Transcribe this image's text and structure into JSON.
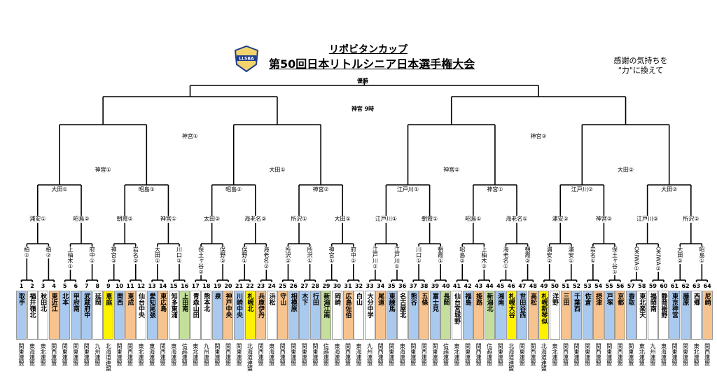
{
  "header": {
    "logo_text": "LLSBA",
    "subtitle": "リポビタンカップ",
    "title": "第50回日本リトルシニア日本選手権大会",
    "slogan_line1": "感謝の気持ちを",
    "slogan_line2": "\"力\"に換えて"
  },
  "final": {
    "label": "優勝",
    "venue": "神宮 9時"
  },
  "colors": {
    "blue": "#a9c9ef",
    "orange": "#f7c38f",
    "green": "#c3df9b",
    "yellow": "#fff200",
    "none": "#ffffff"
  },
  "round1": [
    "柏①",
    "柏②",
    "上柚木①",
    "府中①",
    "神宮②",
    "岩名②",
    "大田①",
    "川口②",
    "保土ヶ谷②",
    "俣野②",
    "俣野①",
    "海老名②",
    "所沢②",
    "所沢①",
    "神宮①",
    "府中②",
    "江戸川②",
    "江戸川①",
    "川口①",
    "朝霞①",
    "昭島②",
    "上柚木②",
    "海老名①",
    "朝霞②",
    "浦安②",
    "浦安①",
    "岩名①",
    "保土ヶ谷①",
    "OKIWA①",
    "OKIWA②",
    "大田②",
    "昭島①"
  ],
  "round2": [
    "浦安①",
    "昭島②",
    "朝霞②",
    "神宮①",
    "太田②",
    "海老名②",
    "所沢①",
    "大田①",
    "江戸川①",
    "朝霞①",
    "昭島①",
    "海老名①",
    "浦安②",
    "神宮②",
    "江戸川②",
    "所沢②"
  ],
  "round3": [
    "大田①",
    "昭島①",
    "昭島②",
    "神宮②",
    "江戸川①",
    "神宮①",
    "江戸川②",
    "大田②"
  ],
  "round4": [
    "神宮①",
    "大田①",
    "神宮②",
    "大田②"
  ],
  "round5": [
    "神宮①",
    "神宮②"
  ],
  "teams": [
    {
      "n": "1",
      "name": "取手",
      "c": "blue",
      "l": "関東連盟"
    },
    {
      "n": "2",
      "name": "福井嶺北",
      "c": "none",
      "l": "東海連盟"
    },
    {
      "n": "3",
      "name": "秋田北",
      "c": "none",
      "l": "東北連盟"
    },
    {
      "n": "4",
      "name": "東近江",
      "c": "orange",
      "l": "関西連盟"
    },
    {
      "n": "5",
      "name": "北本",
      "c": "blue",
      "l": "関東連盟"
    },
    {
      "n": "6",
      "name": "甲府南",
      "c": "blue",
      "l": "関東連盟"
    },
    {
      "n": "7",
      "name": "武蔵府中",
      "c": "blue",
      "l": "関東連盟"
    },
    {
      "n": "8",
      "name": "延岡",
      "c": "none",
      "l": "九州連盟"
    },
    {
      "n": "9",
      "name": "恵庭",
      "c": "yellow",
      "l": "北海道連盟"
    },
    {
      "n": "10",
      "name": "関西",
      "c": "blue",
      "l": "関東連盟"
    },
    {
      "n": "11",
      "name": "東成",
      "c": "orange",
      "l": "関西連盟"
    },
    {
      "n": "12",
      "name": "仙台中央",
      "c": "none",
      "l": "東北連盟"
    },
    {
      "n": "13",
      "name": "愛知尾張",
      "c": "blue",
      "l": "東海連盟"
    },
    {
      "n": "14",
      "name": "東広島",
      "c": "orange",
      "l": "関西連盟"
    },
    {
      "n": "15",
      "name": "知多東浦",
      "c": "none",
      "l": "東海連盟"
    },
    {
      "n": "16",
      "name": "上田南",
      "c": "green",
      "l": "信越連盟"
    },
    {
      "n": "17",
      "name": "青森山田",
      "c": "none",
      "l": "東北連盟"
    },
    {
      "n": "18",
      "name": "熊本北",
      "c": "none",
      "l": "九州連盟"
    },
    {
      "n": "19",
      "name": "泉",
      "c": "blue",
      "l": "関東連盟"
    },
    {
      "n": "20",
      "name": "神戸中央",
      "c": "orange",
      "l": "関西連盟"
    },
    {
      "n": "21",
      "name": "川崎中央",
      "c": "blue",
      "l": "関東連盟"
    },
    {
      "n": "22",
      "name": "札幌北",
      "c": "yellow",
      "l": "北海道連盟"
    },
    {
      "n": "23",
      "name": "兵庫伊丹",
      "c": "orange",
      "l": "関西連盟"
    },
    {
      "n": "24",
      "name": "浜松",
      "c": "none",
      "l": "東海連盟"
    },
    {
      "n": "25",
      "name": "守山",
      "c": "orange",
      "l": "関西連盟"
    },
    {
      "n": "26",
      "name": "相模原",
      "c": "blue",
      "l": "関東連盟"
    },
    {
      "n": "27",
      "name": "木下",
      "c": "blue",
      "l": "関東連盟"
    },
    {
      "n": "28",
      "name": "行田",
      "c": "blue",
      "l": "関東連盟"
    },
    {
      "n": "29",
      "name": "新潟江南",
      "c": "green",
      "l": "信越連盟"
    },
    {
      "n": "30",
      "name": "岡崎",
      "c": "none",
      "l": "東海連盟"
    },
    {
      "n": "31",
      "name": "広島佐伯",
      "c": "orange",
      "l": "関西連盟"
    },
    {
      "n": "32",
      "name": "白山",
      "c": "none",
      "l": "東海連盟"
    },
    {
      "n": "33",
      "name": "大分中学",
      "c": "none",
      "l": "九州連盟"
    },
    {
      "n": "34",
      "name": "尾道",
      "c": "orange",
      "l": "関西連盟"
    },
    {
      "n": "35",
      "name": "東練馬",
      "c": "blue",
      "l": "関東連盟"
    },
    {
      "n": "36",
      "name": "名古屋北",
      "c": "none",
      "l": "東海連盟"
    },
    {
      "n": "37",
      "name": "熊谷",
      "c": "blue",
      "l": "関東連盟"
    },
    {
      "n": "38",
      "name": "五條",
      "c": "orange",
      "l": "関西連盟"
    },
    {
      "n": "39",
      "name": "富士見",
      "c": "blue",
      "l": "関東連盟"
    },
    {
      "n": "40",
      "name": "長岡",
      "c": "green",
      "l": "信越連盟"
    },
    {
      "n": "41",
      "name": "仙台宮城野",
      "c": "none",
      "l": "東北連盟"
    },
    {
      "n": "42",
      "name": "福島",
      "c": "blue",
      "l": "関東連盟"
    },
    {
      "n": "43",
      "name": "姫路",
      "c": "orange",
      "l": "関西連盟"
    },
    {
      "n": "44",
      "name": "新潟北",
      "c": "green",
      "l": "信越連盟"
    },
    {
      "n": "45",
      "name": "湘南",
      "c": "blue",
      "l": "関東連盟"
    },
    {
      "n": "46",
      "name": "札幌大谷",
      "c": "yellow",
      "l": "北海道連盟"
    },
    {
      "n": "47",
      "name": "世田谷西",
      "c": "blue",
      "l": "関東連盟"
    },
    {
      "n": "48",
      "name": "高松",
      "c": "orange",
      "l": "関西連盟"
    },
    {
      "n": "49",
      "name": "札幌新琴似",
      "c": "yellow",
      "l": "北海道連盟"
    },
    {
      "n": "50",
      "name": "洋野",
      "c": "none",
      "l": "東北連盟"
    },
    {
      "n": "51",
      "name": "三田",
      "c": "orange",
      "l": "関西連盟"
    },
    {
      "n": "52",
      "name": "千葉西",
      "c": "blue",
      "l": "関東連盟"
    },
    {
      "n": "53",
      "name": "佐倉",
      "c": "blue",
      "l": "関東連盟"
    },
    {
      "n": "54",
      "name": "摂津",
      "c": "orange",
      "l": "関西連盟"
    },
    {
      "n": "55",
      "name": "戸塚",
      "c": "blue",
      "l": "関東連盟"
    },
    {
      "n": "56",
      "name": "京都",
      "c": "orange",
      "l": "関西連盟"
    },
    {
      "n": "57",
      "name": "香取",
      "c": "blue",
      "l": "関東連盟"
    },
    {
      "n": "58",
      "name": "東北楽天",
      "c": "none",
      "l": "東北連盟"
    },
    {
      "n": "59",
      "name": "福岡南",
      "c": "none",
      "l": "九州連盟"
    },
    {
      "n": "60",
      "name": "静岡裾野",
      "c": "none",
      "l": "東海連盟"
    },
    {
      "n": "61",
      "name": "東京神宮",
      "c": "blue",
      "l": "関東連盟"
    },
    {
      "n": "62",
      "name": "藤原",
      "c": "blue",
      "l": "関東連盟"
    },
    {
      "n": "63",
      "name": "西郷",
      "c": "none",
      "l": "東北連盟"
    },
    {
      "n": "64",
      "name": "尼崎",
      "c": "orange",
      "l": "関西連盟"
    }
  ]
}
